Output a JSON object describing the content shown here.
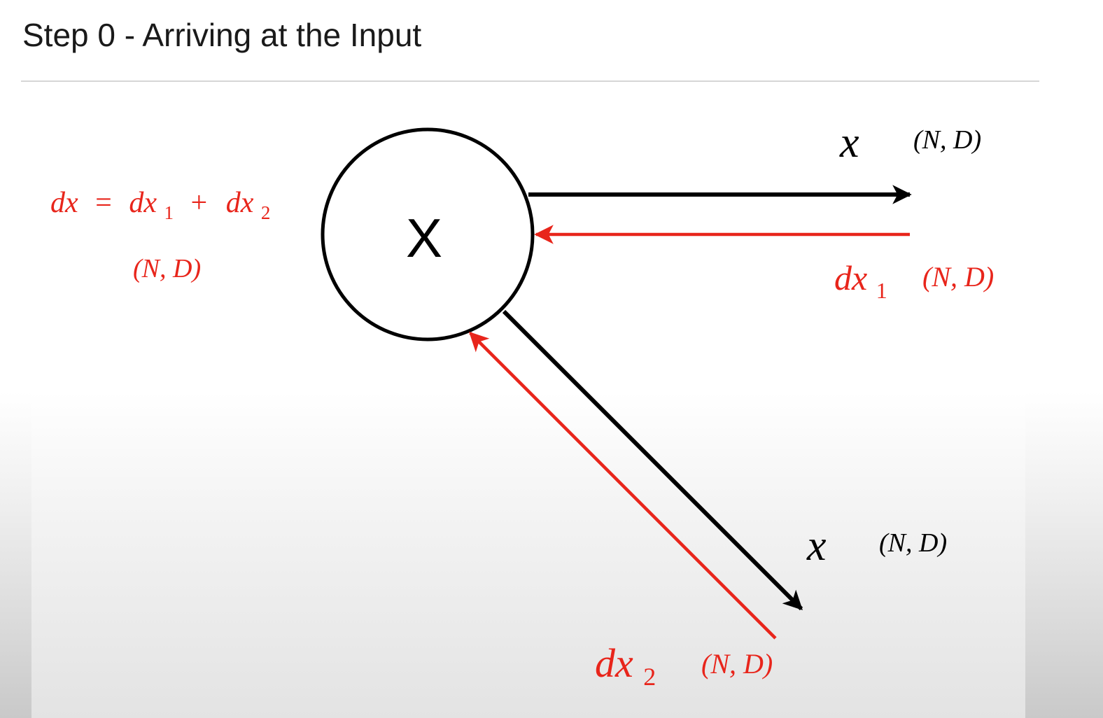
{
  "slide": {
    "title": "Step 0 - Arriving at the Input"
  },
  "diagram": {
    "node": {
      "label": "X"
    },
    "sum_label": {
      "lhs": "dx",
      "equals": "=",
      "term1_base": "dx",
      "term1_sub": "1",
      "plus": "+",
      "term2_base": "dx",
      "term2_sub": "2",
      "shape": "(N, D)"
    },
    "upper_branch": {
      "forward_label": "x",
      "forward_shape": "(N, D)",
      "grad_base": "dx",
      "grad_sub": "1",
      "grad_shape": "(N, D)"
    },
    "lower_branch": {
      "forward_label": "x",
      "forward_shape": "(N, D)",
      "grad_base": "dx",
      "grad_sub": "2",
      "grad_shape": "(N, D)"
    },
    "colors": {
      "forward": "#000000",
      "gradient": "#e8251b",
      "title_text": "#1a1a1a",
      "rule": "#d6d6d6"
    }
  }
}
